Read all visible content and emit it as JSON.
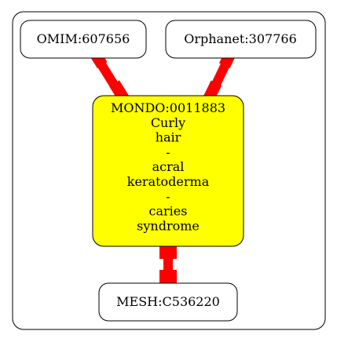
{
  "diagram": {
    "nodes": {
      "omim": {
        "label": "OMIM:607656",
        "fill": "#ffffff"
      },
      "orphanet": {
        "label": "Orphanet:307766",
        "fill": "#ffffff"
      },
      "mondo": {
        "label_lines": [
          "MONDO:0011883",
          "Curly",
          "hair",
          "-",
          "acral",
          "keratoderma",
          "-",
          "caries",
          "syndrome"
        ],
        "fill": "#ffff00"
      },
      "mesh": {
        "label": "MESH:C536220",
        "fill": "#ffffff"
      }
    },
    "edges": [
      {
        "from": "omim",
        "to": "mondo",
        "color": "#ff0000"
      },
      {
        "from": "orphanet",
        "to": "mondo",
        "color": "#ff0000"
      },
      {
        "from": "mondo",
        "to": "mesh",
        "color": "#ff0000"
      }
    ],
    "border_color": "#000000"
  }
}
